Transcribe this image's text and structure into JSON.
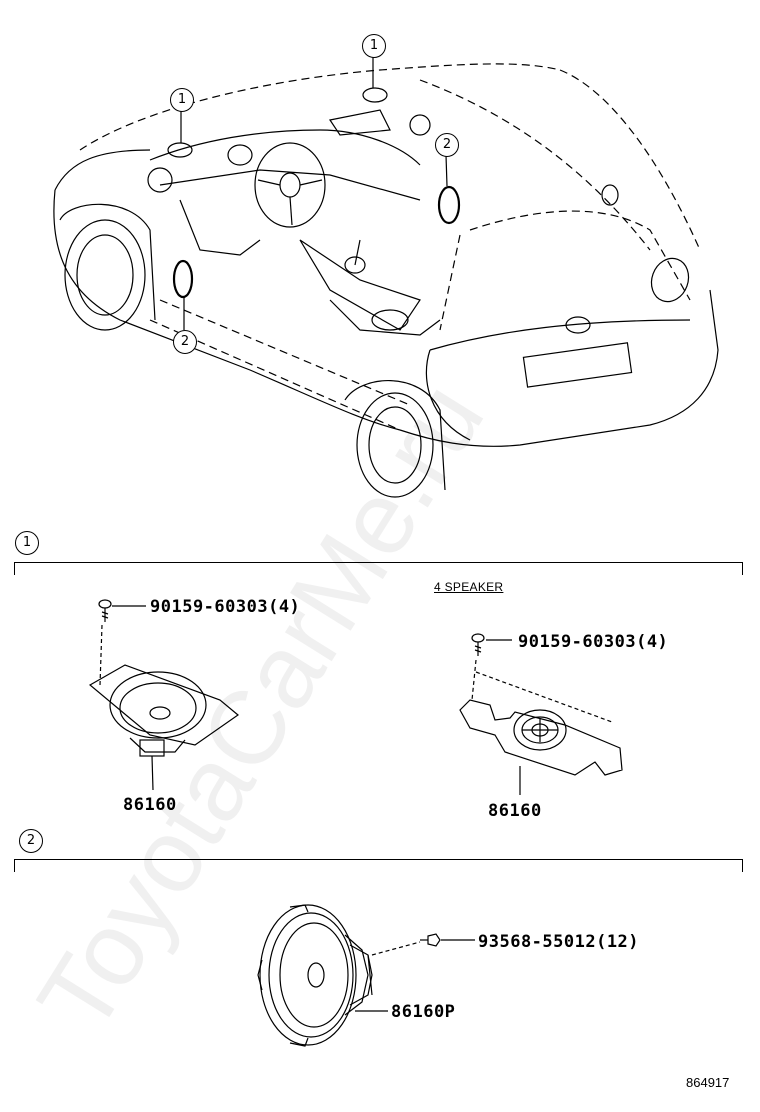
{
  "callouts": {
    "one": "1",
    "two": "2"
  },
  "section1": {
    "note": "4 SPEAKER",
    "left_bolt_part": "90159-60303(4)",
    "left_speaker_part": "86160",
    "right_bolt_part": "90159-60303(4)",
    "right_speaker_part": "86160"
  },
  "section2": {
    "screw_part": "93568-55012(12)",
    "speaker_part": "86160P"
  },
  "diagram_number": "864917",
  "watermark": "ToyotaCarMe.ru"
}
